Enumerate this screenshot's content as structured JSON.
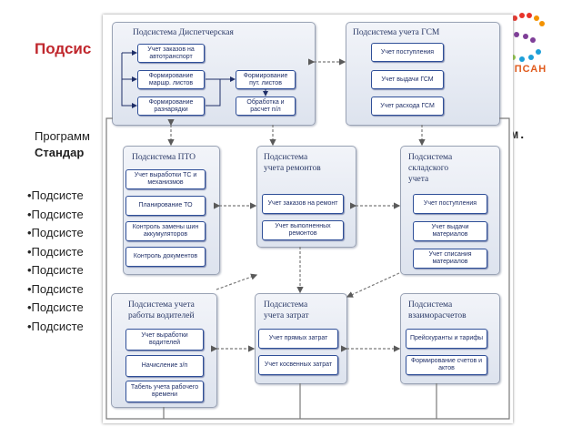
{
  "background": {
    "title": "Подсис",
    "logo_text": "ӘЛПСАН",
    "line1": "Программ",
    "line1_right": "ортом.",
    "line2": "Стандар",
    "bullets": [
      "•Подсисте",
      "•Подсисте",
      "•Подсисте",
      "•Подсисте",
      "•Подсисте",
      "•Подсисте",
      "•Подсисте",
      "•Подсисте"
    ]
  },
  "panels": {
    "dispatch": {
      "title": "Подсистема Диспетчерская",
      "boxes": [
        "Учет заказов на автотранспорт",
        "Формирование маршр. листов",
        "Формирование разнарядки",
        "Формирование пут. листов",
        "Обработка и расчет п/л"
      ]
    },
    "fuel": {
      "title": "Подсистема учета ГСМ",
      "boxes": [
        "Учет поступления",
        "Учет выдачи ГСМ",
        "Учет расхода ГСМ"
      ]
    },
    "pto": {
      "title": "Подсистема ПТО",
      "boxes": [
        "Учет выработки ТС и механизмов",
        "Планирование ТО",
        "Контроль замены шин аккумуляторов",
        "Контроль документов"
      ]
    },
    "repairs": {
      "title_1": "Подсистема",
      "title_2": "учета ремонтов",
      "boxes": [
        "Учет заказов на ремонт",
        "Учет выполненных ремонтов"
      ]
    },
    "warehouse": {
      "title_1": "Подсистема",
      "title_2": "складского",
      "title_3": "учета",
      "boxes": [
        "Учет поступления",
        "Учет выдачи материалов",
        "Учет списания материалов"
      ]
    },
    "drivers": {
      "title_1": "Подсистема учета",
      "title_2": "работы водителей",
      "boxes": [
        "Учет выработки водителей",
        "Начисление з/п",
        "Табель учета рабочего времени"
      ]
    },
    "costs": {
      "title_1": "Подсистема",
      "title_2": "учета затрат",
      "boxes": [
        "Учет прямых затрат",
        "Учет косвенных затрат"
      ]
    },
    "settlements": {
      "title_1": "Подсистема",
      "title_2": "взаиморасчетов",
      "boxes": [
        "Прейскуранты и тарифы",
        "Формирование счетов и актов"
      ]
    }
  },
  "colors": {
    "title_red": "#c0272d",
    "box_border": "#2f4f98",
    "panel_fill": "#e6eaf2",
    "connector": "#7a7a7a"
  }
}
